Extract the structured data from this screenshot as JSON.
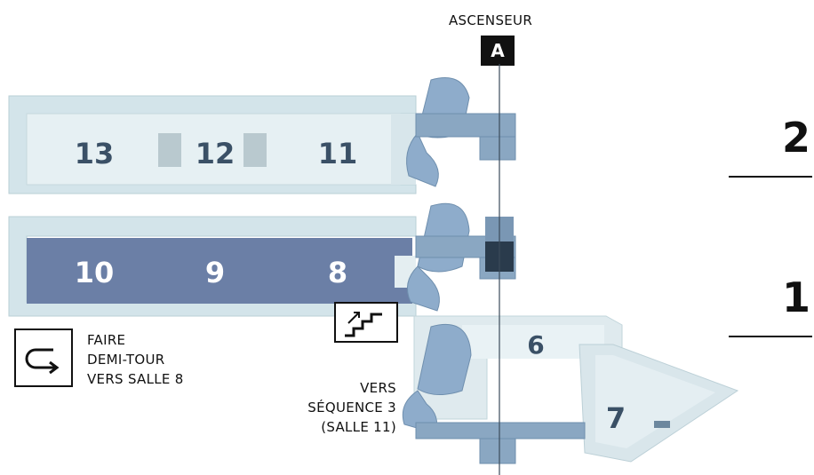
{
  "elevator": {
    "title": "ASCENSEUR",
    "badge": "A"
  },
  "levels": [
    {
      "label": "2"
    },
    {
      "label": "1"
    }
  ],
  "rooms": {
    "r13": "13",
    "r12": "12",
    "r11": "11",
    "r10": "10",
    "r9": "9",
    "r8": "8",
    "r6": "6",
    "r7": "7"
  },
  "u_turn_note": {
    "lines": [
      "FAIRE",
      "DEMI-TOUR",
      "VERS SALLE 8"
    ]
  },
  "stairs_note": {
    "lines": [
      "VERS",
      "SÉQUENCE 3",
      "(SALLE 11)"
    ]
  },
  "icons": [
    "u-turn-icon",
    "stairs-up-icon"
  ],
  "colors": {
    "slab": "#d5e5ea",
    "highlight_floor": "#6b7fa6",
    "stair": "#8aa9c7",
    "elevator_dark": "#2a3b4c"
  }
}
